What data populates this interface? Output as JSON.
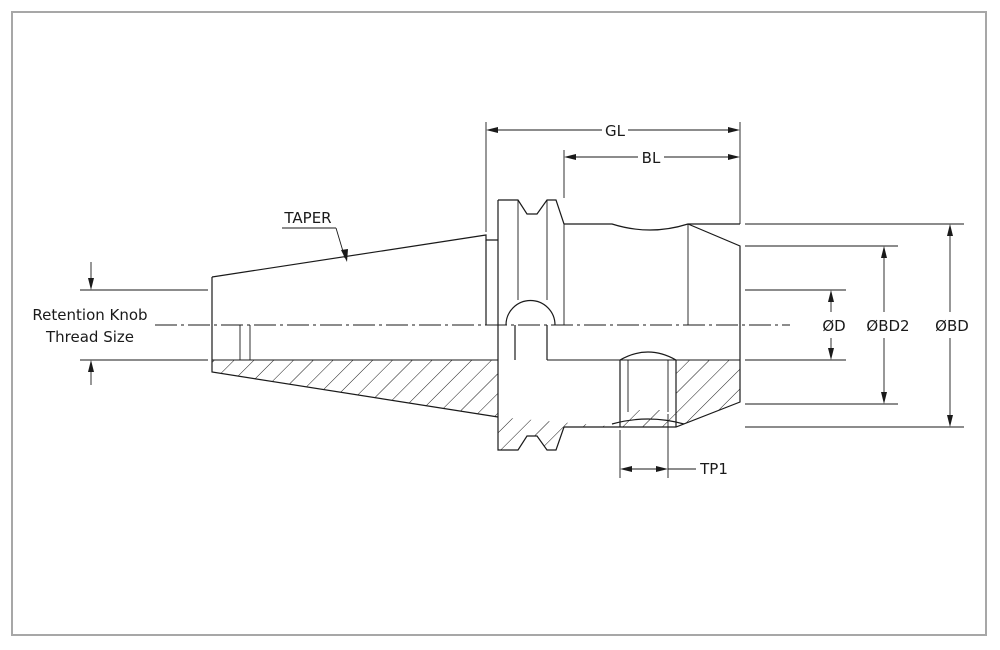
{
  "drawing": {
    "labels": {
      "gl": "GL",
      "bl": "BL",
      "taper": "TAPER",
      "retention_line1": "Retention Knob",
      "retention_line2": "Thread Size",
      "d": "ØD",
      "bd2": "ØBD2",
      "bd": "ØBD",
      "tp1": "TP1"
    }
  }
}
